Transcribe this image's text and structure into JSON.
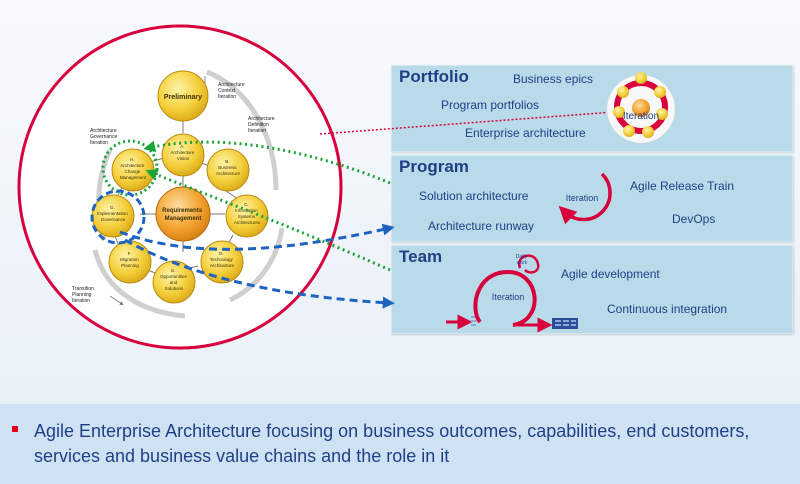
{
  "togaf": {
    "phases": {
      "preliminary": "Preliminary",
      "a_architecture_vision": [
        "A.",
        "Architecture",
        "Vision"
      ],
      "b_business_architecture": [
        "B.",
        "Business",
        "Architecture"
      ],
      "c_information_systems": [
        "C.",
        "Information",
        "Systems",
        "Architectures"
      ],
      "d_technology_architecture": [
        "D.",
        "Technology",
        "Architecture"
      ],
      "e_opportunities_solutions": [
        "E.",
        "Opportunities",
        "and",
        "Solutions"
      ],
      "f_migration_planning": [
        "F.",
        "Migration",
        "Planning"
      ],
      "g_implementation_governance": [
        "G.",
        "Implementation",
        "Governance"
      ],
      "h_architecture_change_management": [
        "H.",
        "Architecture",
        "Change",
        "Management"
      ],
      "requirements_management": [
        "Requirements",
        "Management"
      ]
    },
    "iterations": {
      "architecture_context": [
        "Architecture",
        "Context",
        "Iteration"
      ],
      "architecture_definition": [
        "Architecture",
        "Definition",
        "Iteration"
      ],
      "architecture_governance": [
        "Architecture",
        "Governance",
        "Iteration"
      ],
      "transition_planning": [
        "Transition",
        "Planning",
        "Iteration"
      ]
    }
  },
  "lanes": {
    "portfolio": {
      "title": "Portfolio",
      "items": [
        "Business epics",
        "Program portfolios",
        "Enterprise architecture"
      ],
      "iteration_label": "Iteration"
    },
    "program": {
      "title": "Program",
      "items": [
        "Solution architecture",
        "Architecture runway",
        "Agile Release Train",
        "DevOps"
      ],
      "iteration_label": "Iteration"
    },
    "team": {
      "title": "Team",
      "items": [
        "Agile development",
        "Continuous integration"
      ],
      "iteration_label": "Iteration",
      "daily_work_label": [
        "Daily",
        "work"
      ]
    }
  },
  "bottom": {
    "text": "Agile Enterprise Architecture focusing on business outcomes, capabilities, end customers, services and business value chains and the role in it"
  },
  "colors": {
    "lane_bg": "#b9dbe9",
    "title_blue": "#1f3f86",
    "accent_red": "#d8003c",
    "dash_blue": "#1f63c0",
    "dot_green": "#1ca33a",
    "phase_yellow": "#f4cf3a",
    "bottom_band": "#cfe2f4"
  }
}
